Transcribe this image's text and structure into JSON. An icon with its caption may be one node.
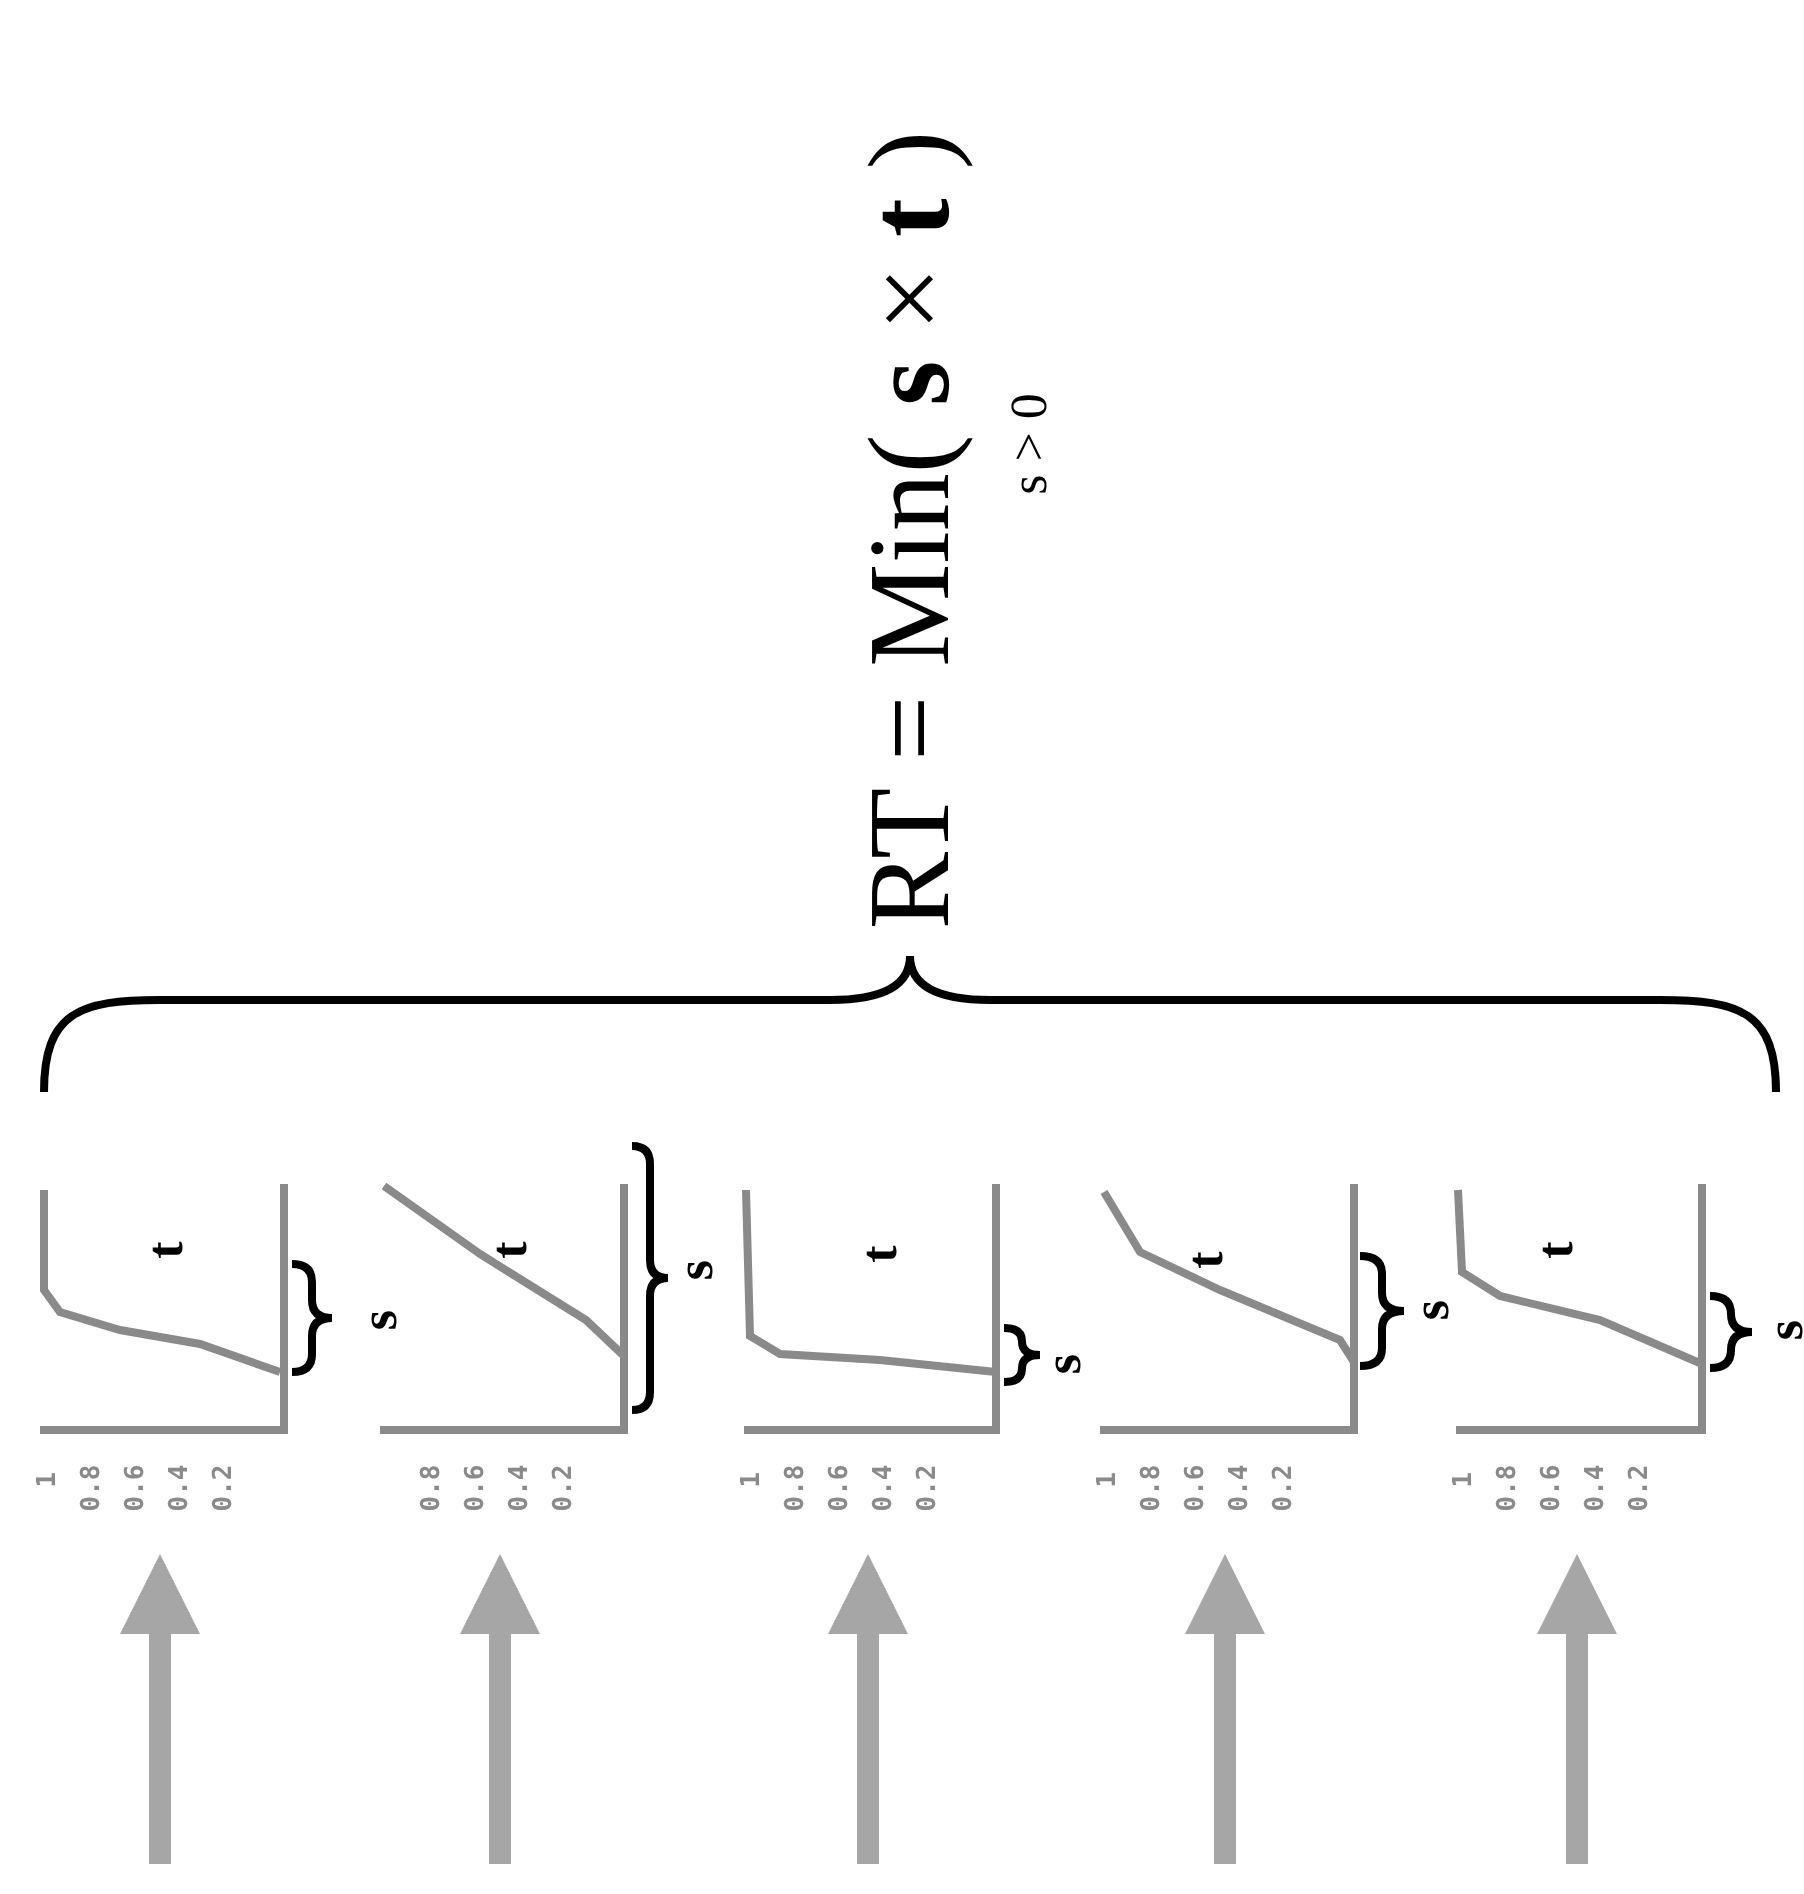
{
  "diagram": {
    "nodes": [
      {
        "text": [
          "t",
          "s",
          "1",
          "0.8",
          "0.6",
          "0.4",
          "0.2"
        ]
      },
      {
        "text": [
          "t",
          "s",
          "0.8",
          "0.6",
          "0.4",
          "0.2"
        ]
      },
      {
        "text": [
          "t",
          "s",
          "1",
          "0.8",
          "0.6",
          "0.4",
          "0.2"
        ]
      },
      {
        "text": [
          "t",
          "s",
          "1",
          "0.8",
          "0.6",
          "0.4",
          "0.2"
        ]
      },
      {
        "text": [
          "t",
          "s",
          "1",
          "0.8",
          "0.6",
          "0.4",
          "0.2"
        ]
      }
    ],
    "edges": [
      {
        "from": null,
        "to": 0,
        "arrow": "to"
      },
      {
        "from": null,
        "to": 1,
        "arrow": "to"
      },
      {
        "from": null,
        "to": 2,
        "arrow": "to"
      },
      {
        "from": null,
        "to": 3,
        "arrow": "to"
      },
      {
        "from": null,
        "to": 4,
        "arrow": "to"
      }
    ],
    "labels": [
      "RT = Min( **s** × **t** )",
      "s > 0"
    ]
  }
}
